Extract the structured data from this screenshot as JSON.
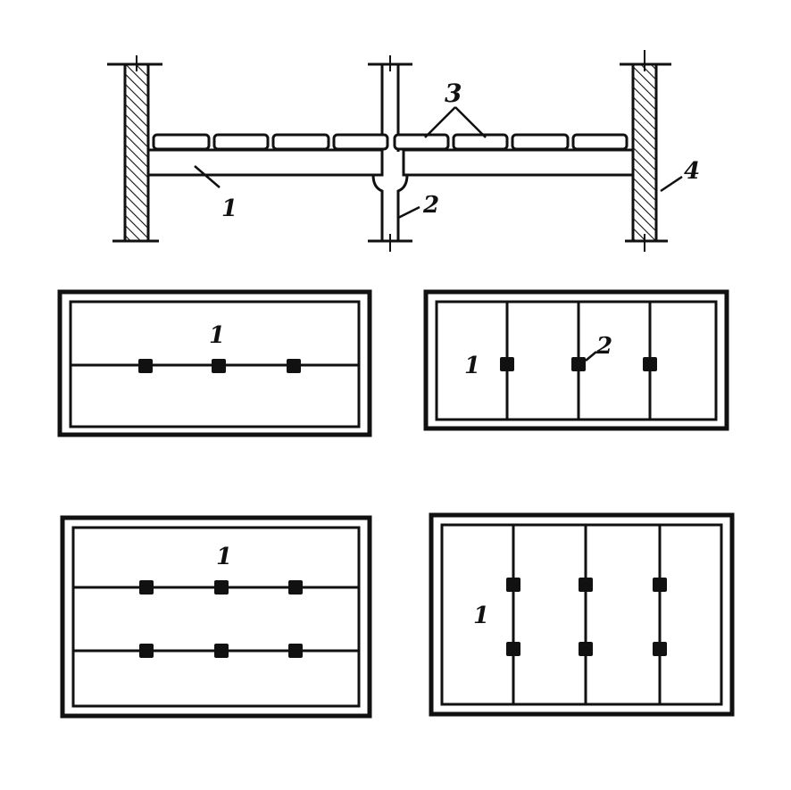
{
  "section": {
    "label_beam": "1",
    "label_column": "2",
    "label_slabs": "3",
    "label_wall": "4"
  },
  "plans": [
    {
      "label_a": "1",
      "label_b": ""
    },
    {
      "label_a": "1",
      "label_b": "2"
    },
    {
      "label_a": "1",
      "label_b": ""
    },
    {
      "label_a": "1",
      "label_b": ""
    }
  ]
}
